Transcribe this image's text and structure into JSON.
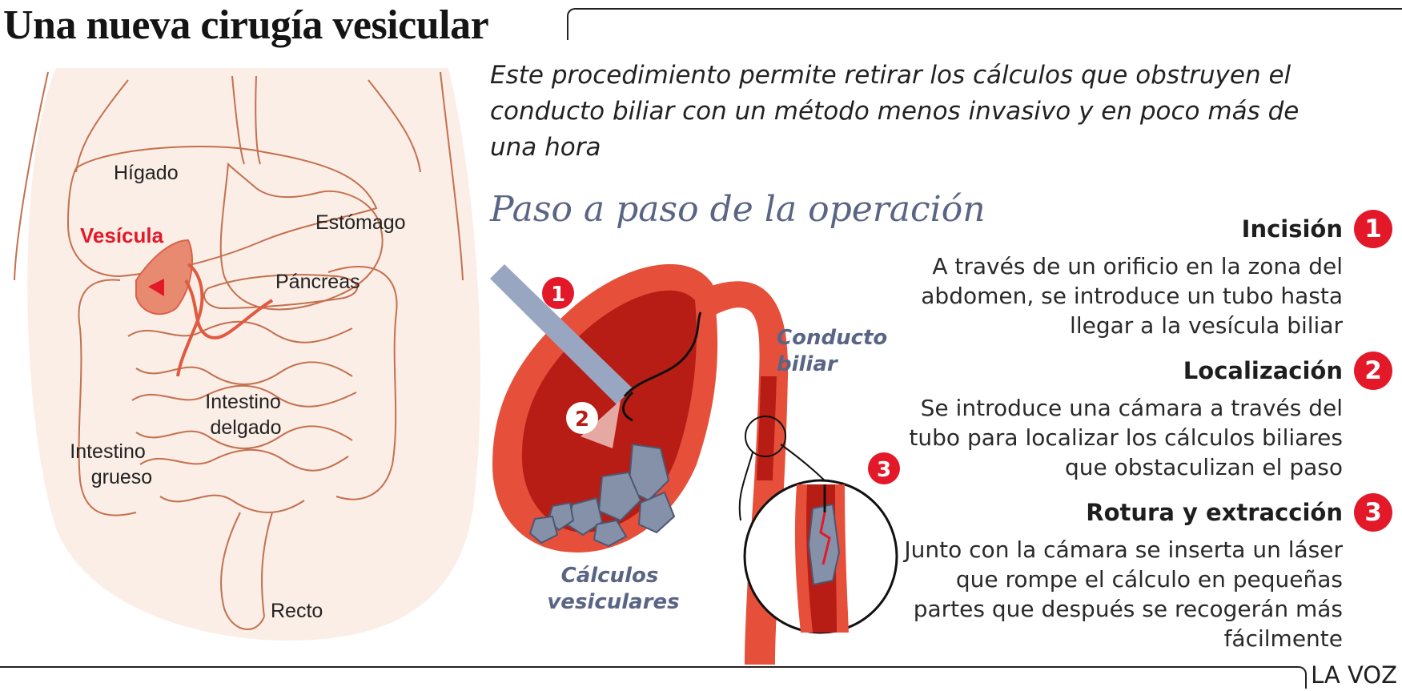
{
  "title": "Una nueva cirugía vesicular",
  "intro": "Este procedimiento permite retirar los cálculos que obstruyen el conducto biliar con un método menos invasivo y en poco más de una hora",
  "steps_heading": "Paso a paso de la operación",
  "anatomy": {
    "labels": {
      "higado": "Hígado",
      "vesicula": "Vesícula",
      "estomago": "Estómago",
      "pancreas": "Páncreas",
      "intestino_delgado": [
        "Intestino",
        "delgado"
      ],
      "intestino_grueso": [
        "Intestino",
        "grueso"
      ],
      "recto": "Recto"
    }
  },
  "procedure": {
    "labels": {
      "conducto_biliar": [
        "Conducto",
        "biliar"
      ],
      "calculos": [
        "Cálculos",
        "vesiculares"
      ]
    },
    "markers": [
      "1",
      "2",
      "3"
    ]
  },
  "steps": [
    {
      "number": "1",
      "title": "Incisión",
      "text": "A través de un orificio en la zona del abdomen, se introduce un tubo hasta llegar a la vesícula biliar"
    },
    {
      "number": "2",
      "title": "Localización",
      "text": "Se introduce una cámara a través del tubo para localizar los cálculos biliares que obstaculizan el paso"
    },
    {
      "number": "3",
      "title": "Rotura y extracción",
      "text": "Junto con la cámara se inserta un láser que rompe el cálculo en pequeñas partes que después se recogerán más fácilmente"
    }
  ],
  "source": "LA VOZ",
  "colors": {
    "accent_red": "#e3192a",
    "organ_outline": "#c4704f",
    "gallbladder_wall": "#e6503a",
    "gallbladder_inner": "#b71d14",
    "stone": "#8491a9",
    "heading_slate": "#5a6585"
  }
}
